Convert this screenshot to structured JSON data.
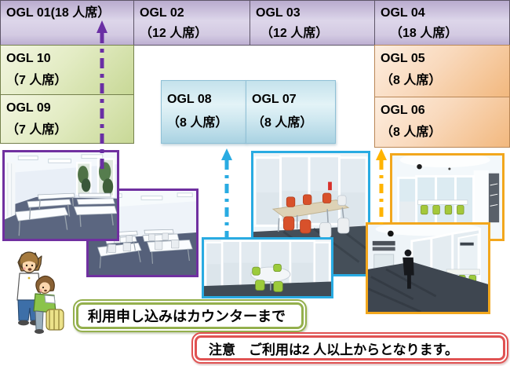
{
  "title": "OGL group learning rooms floor map",
  "rooms": {
    "ogl01": {
      "line1": "OGL 01(18 人席）",
      "line2": ""
    },
    "ogl02": {
      "line1": "OGL 02",
      "line2": "（12 人席）"
    },
    "ogl03": {
      "line1": "OGL 03",
      "line2": "（12 人席）"
    },
    "ogl04": {
      "line1": "OGL 04",
      "line2": "（18 人席）"
    },
    "ogl10": {
      "line1": "OGL 10",
      "line2": "（7 人席）"
    },
    "ogl09": {
      "line1": "OGL 09",
      "line2": "（7 人席）"
    },
    "ogl08": {
      "line1": "OGL 08",
      "line2": "（8 人席）"
    },
    "ogl07": {
      "line1": "OGL 07",
      "line2": "（8 人席）"
    },
    "ogl05": {
      "line1": "OGL 05",
      "line2": "（8 人席）"
    },
    "ogl06": {
      "line1": "OGL 06",
      "line2": "（8 人席）"
    }
  },
  "callouts": {
    "counter_note": "利用申し込みはカウンターまで",
    "warning_note": "注意　ご利用は2 人以上からとなります。"
  },
  "colors": {
    "room_purple": "#c9bedd",
    "room_green": "#dce8b4",
    "room_blue": "#c9e5ef",
    "room_orange": "#f7cfa4",
    "arrow_purple": "#6a2fa4",
    "arrow_cyan": "#29abe2",
    "arrow_gold": "#ffb400",
    "photo_border_purple": "#7030a0",
    "photo_border_cyan": "#29abe2",
    "photo_border_gold": "#f2a71d",
    "callout_green_border": "#94b04d",
    "callout_red_border": "#e05252"
  }
}
